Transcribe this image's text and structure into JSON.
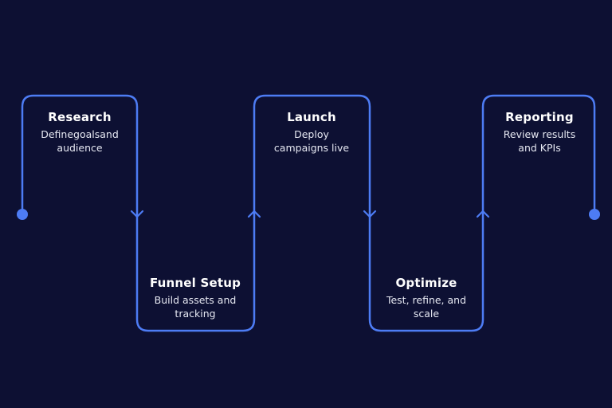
{
  "colors": {
    "background": "#0d1033",
    "line": "#4d7cf4",
    "text": "#ffffff"
  },
  "steps": [
    {
      "title": "Research",
      "description": "Definegoalsand\naudience"
    },
    {
      "title": "Funnel Setup",
      "description": "Build assets and\ntracking"
    },
    {
      "title": "Launch",
      "description": "Deploy\ncampaigns live"
    },
    {
      "title": "Optimize",
      "description": "Test, refine, and\nscale"
    },
    {
      "title": "Reporting",
      "description": "Review results\nand KPIs"
    }
  ]
}
